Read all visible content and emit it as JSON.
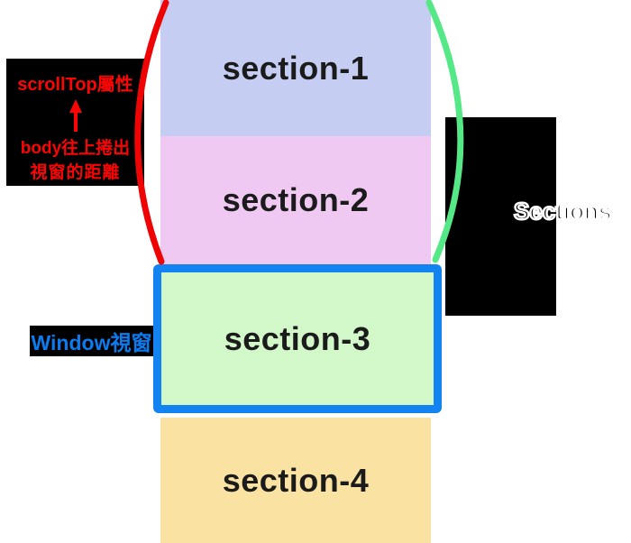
{
  "sections": {
    "items": [
      {
        "label": "section-1",
        "color": "#c5cdf2"
      },
      {
        "label": "section-2",
        "color": "#f0c9f2"
      },
      {
        "label": "section-3",
        "color": "#d2f7c9"
      },
      {
        "label": "section-4",
        "color": "#fae2a3"
      }
    ]
  },
  "annotations": {
    "scrolltop": {
      "attr_label": "scrollTop屬性",
      "arrow_icon": "up-arrow",
      "desc_line1": "body往上捲出",
      "desc_line2": "視窗的距離",
      "text_color": "#fb0404",
      "bg_color": "#000000"
    },
    "window_label": {
      "text": "Window視窗",
      "text_color": "#0a7cf0",
      "bg_color": "#000000"
    },
    "sections_label": {
      "text": "Sections",
      "fill_color": "#000000",
      "stroke_color": "#ffffff"
    }
  },
  "colors": {
    "viewport_border": "#1283f0",
    "left_brace": "#ee0404",
    "right_brace": "#55e887",
    "background": "#ffffff"
  }
}
